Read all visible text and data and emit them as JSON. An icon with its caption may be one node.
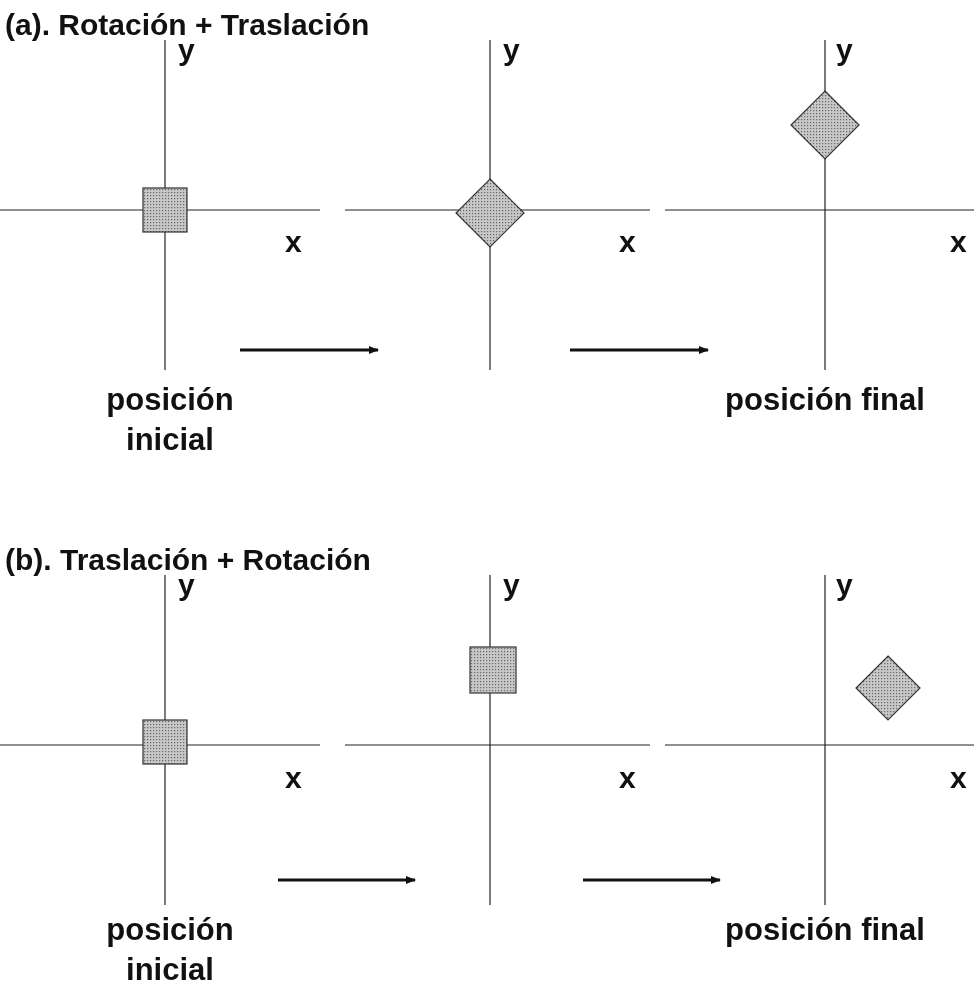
{
  "diagram": {
    "nodes": [
      {
        "text": [],
        "shape": "box"
      },
      {
        "text": [],
        "shape": "diamond"
      },
      {
        "text": [],
        "shape": "diamond"
      },
      {
        "text": [],
        "shape": "box"
      },
      {
        "text": [],
        "shape": "box"
      },
      {
        "text": [],
        "shape": "diamond"
      }
    ],
    "edges": [],
    "labels": [
      "(a). Rotación + Traslación",
      "y",
      "y",
      "y",
      "x",
      "x",
      "x",
      "posición inicial",
      "posición final",
      "(b). Traslación + Rotación",
      "y",
      "y",
      "y",
      "x",
      "x",
      "x",
      "posición inicial",
      "posición final"
    ]
  }
}
